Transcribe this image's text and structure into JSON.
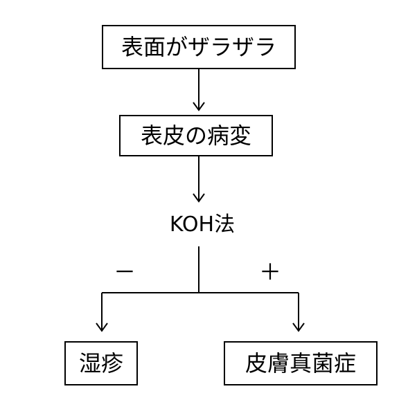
{
  "nodes": {
    "surface": "表面がザラザラ",
    "epidermis": "表皮の病変",
    "eczema": "湿疹",
    "dermatophytosis": "皮膚真菌症"
  },
  "test": {
    "name": "KOH法",
    "negative": "－",
    "positive": "＋"
  }
}
